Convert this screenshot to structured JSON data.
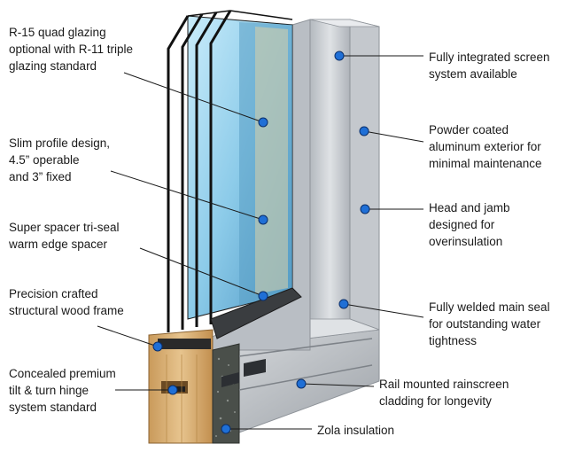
{
  "callouts": [
    {
      "id": "quad-glazing",
      "lines": [
        "R-15 quad glazing",
        "optional with R-11 triple",
        "glazing standard"
      ]
    },
    {
      "id": "slim-profile",
      "lines": [
        "Slim profile design,",
        "4.5” operable",
        "and 3” fixed"
      ]
    },
    {
      "id": "super-spacer",
      "lines": [
        "Super spacer tri-seal",
        "warm edge spacer"
      ]
    },
    {
      "id": "wood-frame",
      "lines": [
        "Precision crafted",
        "structural wood frame"
      ]
    },
    {
      "id": "hinge",
      "lines": [
        "Concealed premium",
        "tilt & turn hinge",
        "system standard"
      ]
    },
    {
      "id": "screen-system",
      "lines": [
        "Fully integrated screen",
        "system available"
      ]
    },
    {
      "id": "powder-coated",
      "lines": [
        "Powder coated",
        "aluminum exterior for",
        "minimal maintenance"
      ]
    },
    {
      "id": "head-jamb",
      "lines": [
        "Head and jamb",
        "designed for",
        "overinsulation"
      ]
    },
    {
      "id": "main-seal",
      "lines": [
        "Fully welded main seal",
        "for outstanding water",
        "tightness"
      ]
    },
    {
      "id": "rainscreen",
      "lines": [
        "Rail mounted rainscreen",
        "cladding for longevity"
      ]
    },
    {
      "id": "zola",
      "lines": [
        "Zola insulation"
      ]
    }
  ],
  "colors": {
    "dot": "#1f6fd6",
    "aluminum": "#c9cdd2",
    "glass": "#9fd3f0",
    "wood": "#d9b27a"
  }
}
